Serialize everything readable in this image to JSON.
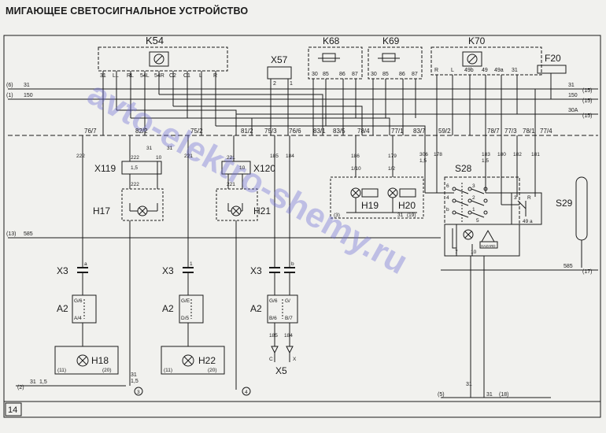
{
  "title": "МИГАЮЩЕЕ СВЕТОСИГНАЛЬНОЕ УСТРОЙСТВО",
  "page_number": "14",
  "watermark": "avto-elektro-shemy.ru",
  "components": {
    "k54": "K54",
    "k68": "K68",
    "k69": "K69",
    "k70": "K70",
    "f20": "F20",
    "x57": "X57",
    "x119": "X119",
    "x120": "X120",
    "s28": "S28",
    "s29": "S29",
    "h17": "H17",
    "h21": "H21",
    "h19": "H19",
    "h20": "H20",
    "h18": "H18",
    "h22": "H22",
    "x3a": "X3",
    "x3b": "X3",
    "x3c": "X3",
    "a2a": "A2",
    "a2b": "A2",
    "a2c": "A2",
    "x5": "X5"
  },
  "k54_pins": [
    "31",
    "LL",
    "RL",
    "54L",
    "54R",
    "C2",
    "C1",
    "L",
    "R"
  ],
  "x57_pins": [
    "2",
    "1"
  ],
  "k68_pins": [
    "30",
    "85",
    "86",
    "87"
  ],
  "k69_pins": [
    "30",
    "85",
    "86",
    "87"
  ],
  "k70_pins": [
    "R",
    "L",
    "49b",
    "49",
    "49a",
    "31"
  ],
  "bus_labels": {
    "r1_left": "(6)",
    "r1_num": "31",
    "r1_right_num": "31",
    "r1_right": "(15)",
    "r2_left": "(1)",
    "r2_num": "150",
    "r2_right_num": "150",
    "r2_right": "(15)",
    "r3_num": "30A",
    "r3_right": "(15)",
    "r4_left": "(13)",
    "r4_num": "585",
    "r5_num": "585",
    "r5_right": "(17)",
    "b1_left": "(2)",
    "b1_num": "31",
    "b1_gauge": "1,5",
    "b2_num": "31",
    "b2_gauge": "1,5",
    "b3_left": "(5)",
    "b3_num": "31",
    "b4_num": "31",
    "b4_right": "(18)"
  },
  "wire_codes": [
    "76/7",
    "82/2",
    "75/2",
    "81/2",
    "75/3",
    "76/6",
    "83/1",
    "83/5",
    "78/4",
    "77/1",
    "83/7",
    "59/2",
    "78/7",
    "77/3",
    "78/1",
    "77/4"
  ],
  "gauges": [
    "1,5",
    "1,5"
  ],
  "circle_refs": [
    "3",
    "4"
  ],
  "labels": {
    "w222a": "222",
    "w31x": "31",
    "w31y": "31",
    "w222b": "222",
    "w10": "10",
    "w115": "1,5",
    "w222c": "222",
    "w221a": "221",
    "w221b": "221",
    "w221c": "221",
    "w10b": "10",
    "w185": "185",
    "w184": "184",
    "w186": "186",
    "w179": "179",
    "w306": "306",
    "w178": "178",
    "w183": "183",
    "w180": "180",
    "w182": "182",
    "w181": "181",
    "c110": "1/10",
    "c12": "1/2",
    "h19l": "(3)",
    "h19r": "31",
    "h19rr": "(19)",
    "a2a_1": "G/6",
    "a2a_2": "A/4",
    "a2b_1": "G/E",
    "a2b_2": "D/5",
    "a2c_1": "G/6",
    "a2c_2": "G/",
    "a2c_3": "B/6",
    "a2c_4": "B/7",
    "h18_l": "(11)",
    "h18_r": "(20)",
    "h22_l": "(11)",
    "h22_r": "(20)",
    "x5_1": "185",
    "x5_2": "184",
    "x5_c": "C",
    "x5_d": "X",
    "s28_6": "6",
    "s28_4": "4",
    "s28_5": "5",
    "s28_7": "7",
    "s28_10": "10",
    "s28_b": "b",
    "s28_3": "3",
    "s28_2": "2",
    "s28_1": "1",
    "s29_3": "3",
    "s29_r": "R",
    "s29_49a": "49 a",
    "hazard": "HAZARD",
    "x3_a": "a",
    "x3_b": "b",
    "x3_1": "1"
  }
}
